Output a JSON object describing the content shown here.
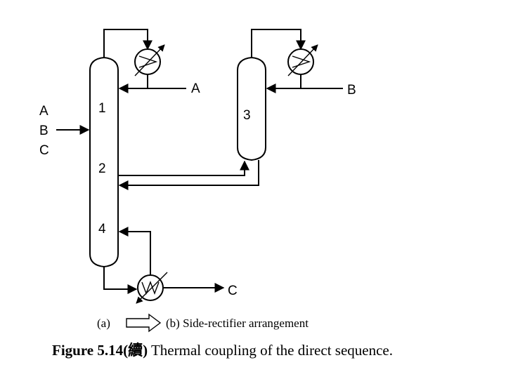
{
  "feed": {
    "lines": [
      "A",
      "B",
      "C"
    ]
  },
  "streams": {
    "top_product_a": "A",
    "top_product_b": "B",
    "bottom_product_c": "C"
  },
  "sections": {
    "s1": "1",
    "s2": "2",
    "s3": "3",
    "s4": "4"
  },
  "caption": {
    "part_a": "(a)",
    "part_b": "(b) Side-rectifier arrangement",
    "figure_label": "Figure 5.14(續)",
    "figure_title": " Thermal coupling of the direct sequence."
  }
}
